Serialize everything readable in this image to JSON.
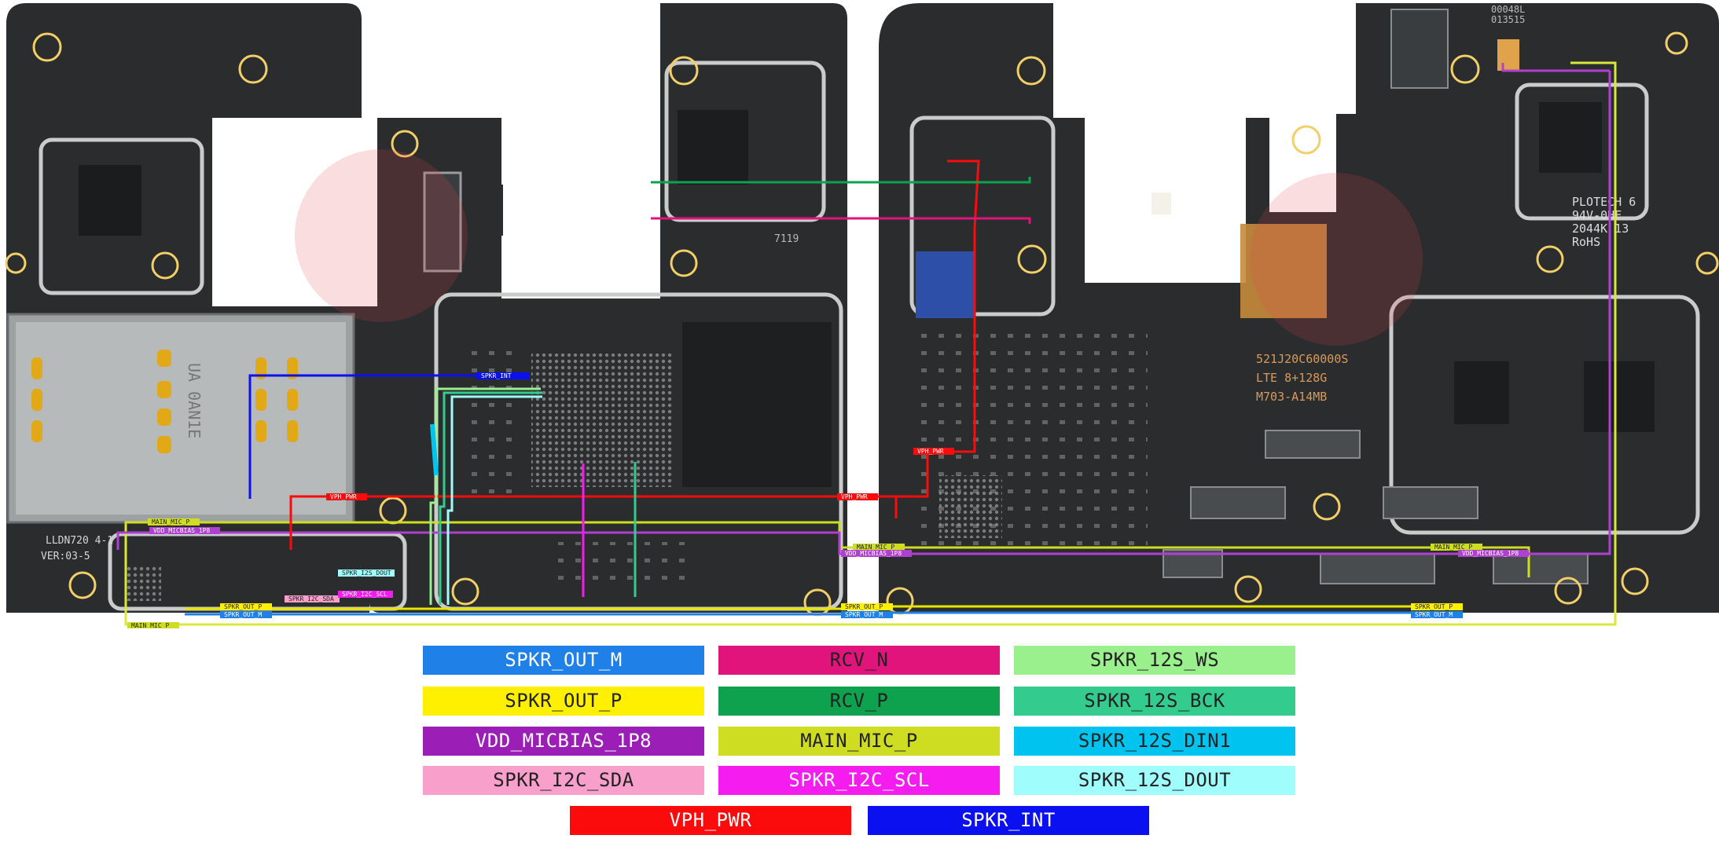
{
  "board": {
    "silk": {
      "left_model": "LLDN720 4-1",
      "left_ver": "VER:03-5",
      "sim_label": "UA 0AN1E",
      "num_7119": "7119",
      "right_code_a": "00048L",
      "right_code_b": "013515",
      "maker": "PLOTECH 6",
      "rating": "94V-0HF",
      "date": "2044K 13",
      "rohs": "RoHS",
      "chip_l1": "521J20C60000S",
      "chip_l2": "LTE 8+128G",
      "chip_l3": "M703-A14MB"
    },
    "tags": {
      "spkr_int": "SPKR_INT",
      "vph_pwr_l": "VPH_PWR",
      "vph_pwr_m": "VPH_PWR",
      "vph_pwr_r": "VPH_PWR",
      "main_mic_p_l": "MAIN_MIC_P",
      "main_mic_p_m": "MAIN_MIC_P",
      "main_mic_p_r": "MAIN_MIC_P",
      "micbias_l": "VDD_MICBIAS_1P8",
      "micbias_m": "VDD_MICBIAS_1P8",
      "micbias_r": "VDD_MICBIAS_1P8",
      "spkr_out_p_l": "SPKR_OUT_P",
      "spkr_out_p_m": "SPKR_OUT_P",
      "spkr_out_p_r": "SPKR_OUT_P",
      "spkr_out_m_l": "SPKR_OUT_M",
      "spkr_out_m_m": "SPKR_OUT_M",
      "spkr_out_m_r": "SPKR_OUT_M",
      "i2c_sda": "SPKR_I2C_SDA",
      "i2c_scl": "SPKR_I2C_SCL",
      "i2s_dout": "SPKR_I2S_DOUT",
      "main_mic_bottom": "MAIN_MIC_P"
    }
  },
  "legend": {
    "items": [
      {
        "label": "SPKR_OUT_M",
        "bg": "#1f80e8",
        "fg": "#ffffff"
      },
      {
        "label": "RCV_N",
        "bg": "#e0147a",
        "fg": "#222222"
      },
      {
        "label": "SPKR_12S_WS",
        "bg": "#99f08c",
        "fg": "#222222"
      },
      {
        "label": "SPKR_OUT_P",
        "bg": "#fff000",
        "fg": "#222222"
      },
      {
        "label": "RCV_P",
        "bg": "#0ea24e",
        "fg": "#222222"
      },
      {
        "label": "SPKR_12S_BCK",
        "bg": "#33cc8e",
        "fg": "#222222"
      },
      {
        "label": "VDD_MICBIAS_1P8",
        "bg": "#9b1fb6",
        "fg": "#ffffff"
      },
      {
        "label": "MAIN_MIC_P",
        "bg": "#cfdd22",
        "fg": "#222222"
      },
      {
        "label": "SPKR_12S_DIN1",
        "bg": "#00c4ef",
        "fg": "#222222"
      },
      {
        "label": "SPKR_I2C_SDA",
        "bg": "#f99fcb",
        "fg": "#222222"
      },
      {
        "label": "SPKR_I2C_SCL",
        "bg": "#f51cf0",
        "fg": "#ffffff"
      },
      {
        "label": "SPKR_12S_DOUT",
        "bg": "#9ffdfb",
        "fg": "#222222"
      },
      {
        "label": "VPH_PWR",
        "bg": "#fb0b0b",
        "fg": "#ffffff"
      },
      {
        "label": "SPKR_INT",
        "bg": "#0a10f0",
        "fg": "#ffffff"
      }
    ]
  }
}
